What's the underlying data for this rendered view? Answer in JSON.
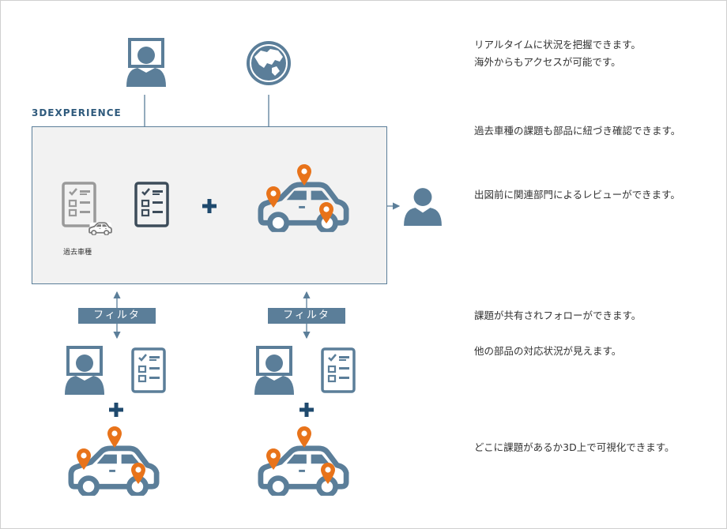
{
  "platform": {
    "label": "3DEXPERIENCE",
    "past_models_label": "過去車種"
  },
  "filters": [
    {
      "label": "フィルタ"
    },
    {
      "label": "フィルタ"
    }
  ],
  "descriptions": [
    {
      "lines": [
        "リアルタイムに状況を把握できます。",
        "海外からもアクセスが可能です。"
      ]
    },
    {
      "lines": [
        "過去車種の課題も部品に紐づき確認できます。"
      ]
    },
    {
      "lines": [
        "出図前に関連部門によるレビューができます。"
      ]
    },
    {
      "lines": [
        "課題が共有されフォローができます。"
      ]
    },
    {
      "lines": [
        "他の部品の対応状況が見えます。"
      ]
    },
    {
      "lines": [
        "どこに課題があるか3D上で可視化できます。"
      ]
    }
  ],
  "colors": {
    "icon_blue": "#5b7e99",
    "icon_dark": "#3d4c5a",
    "icon_gray": "#9a9a9a",
    "pin_orange": "#e8731a",
    "plus_navy": "#1f4a6e",
    "arrow": "#5b7e99"
  }
}
